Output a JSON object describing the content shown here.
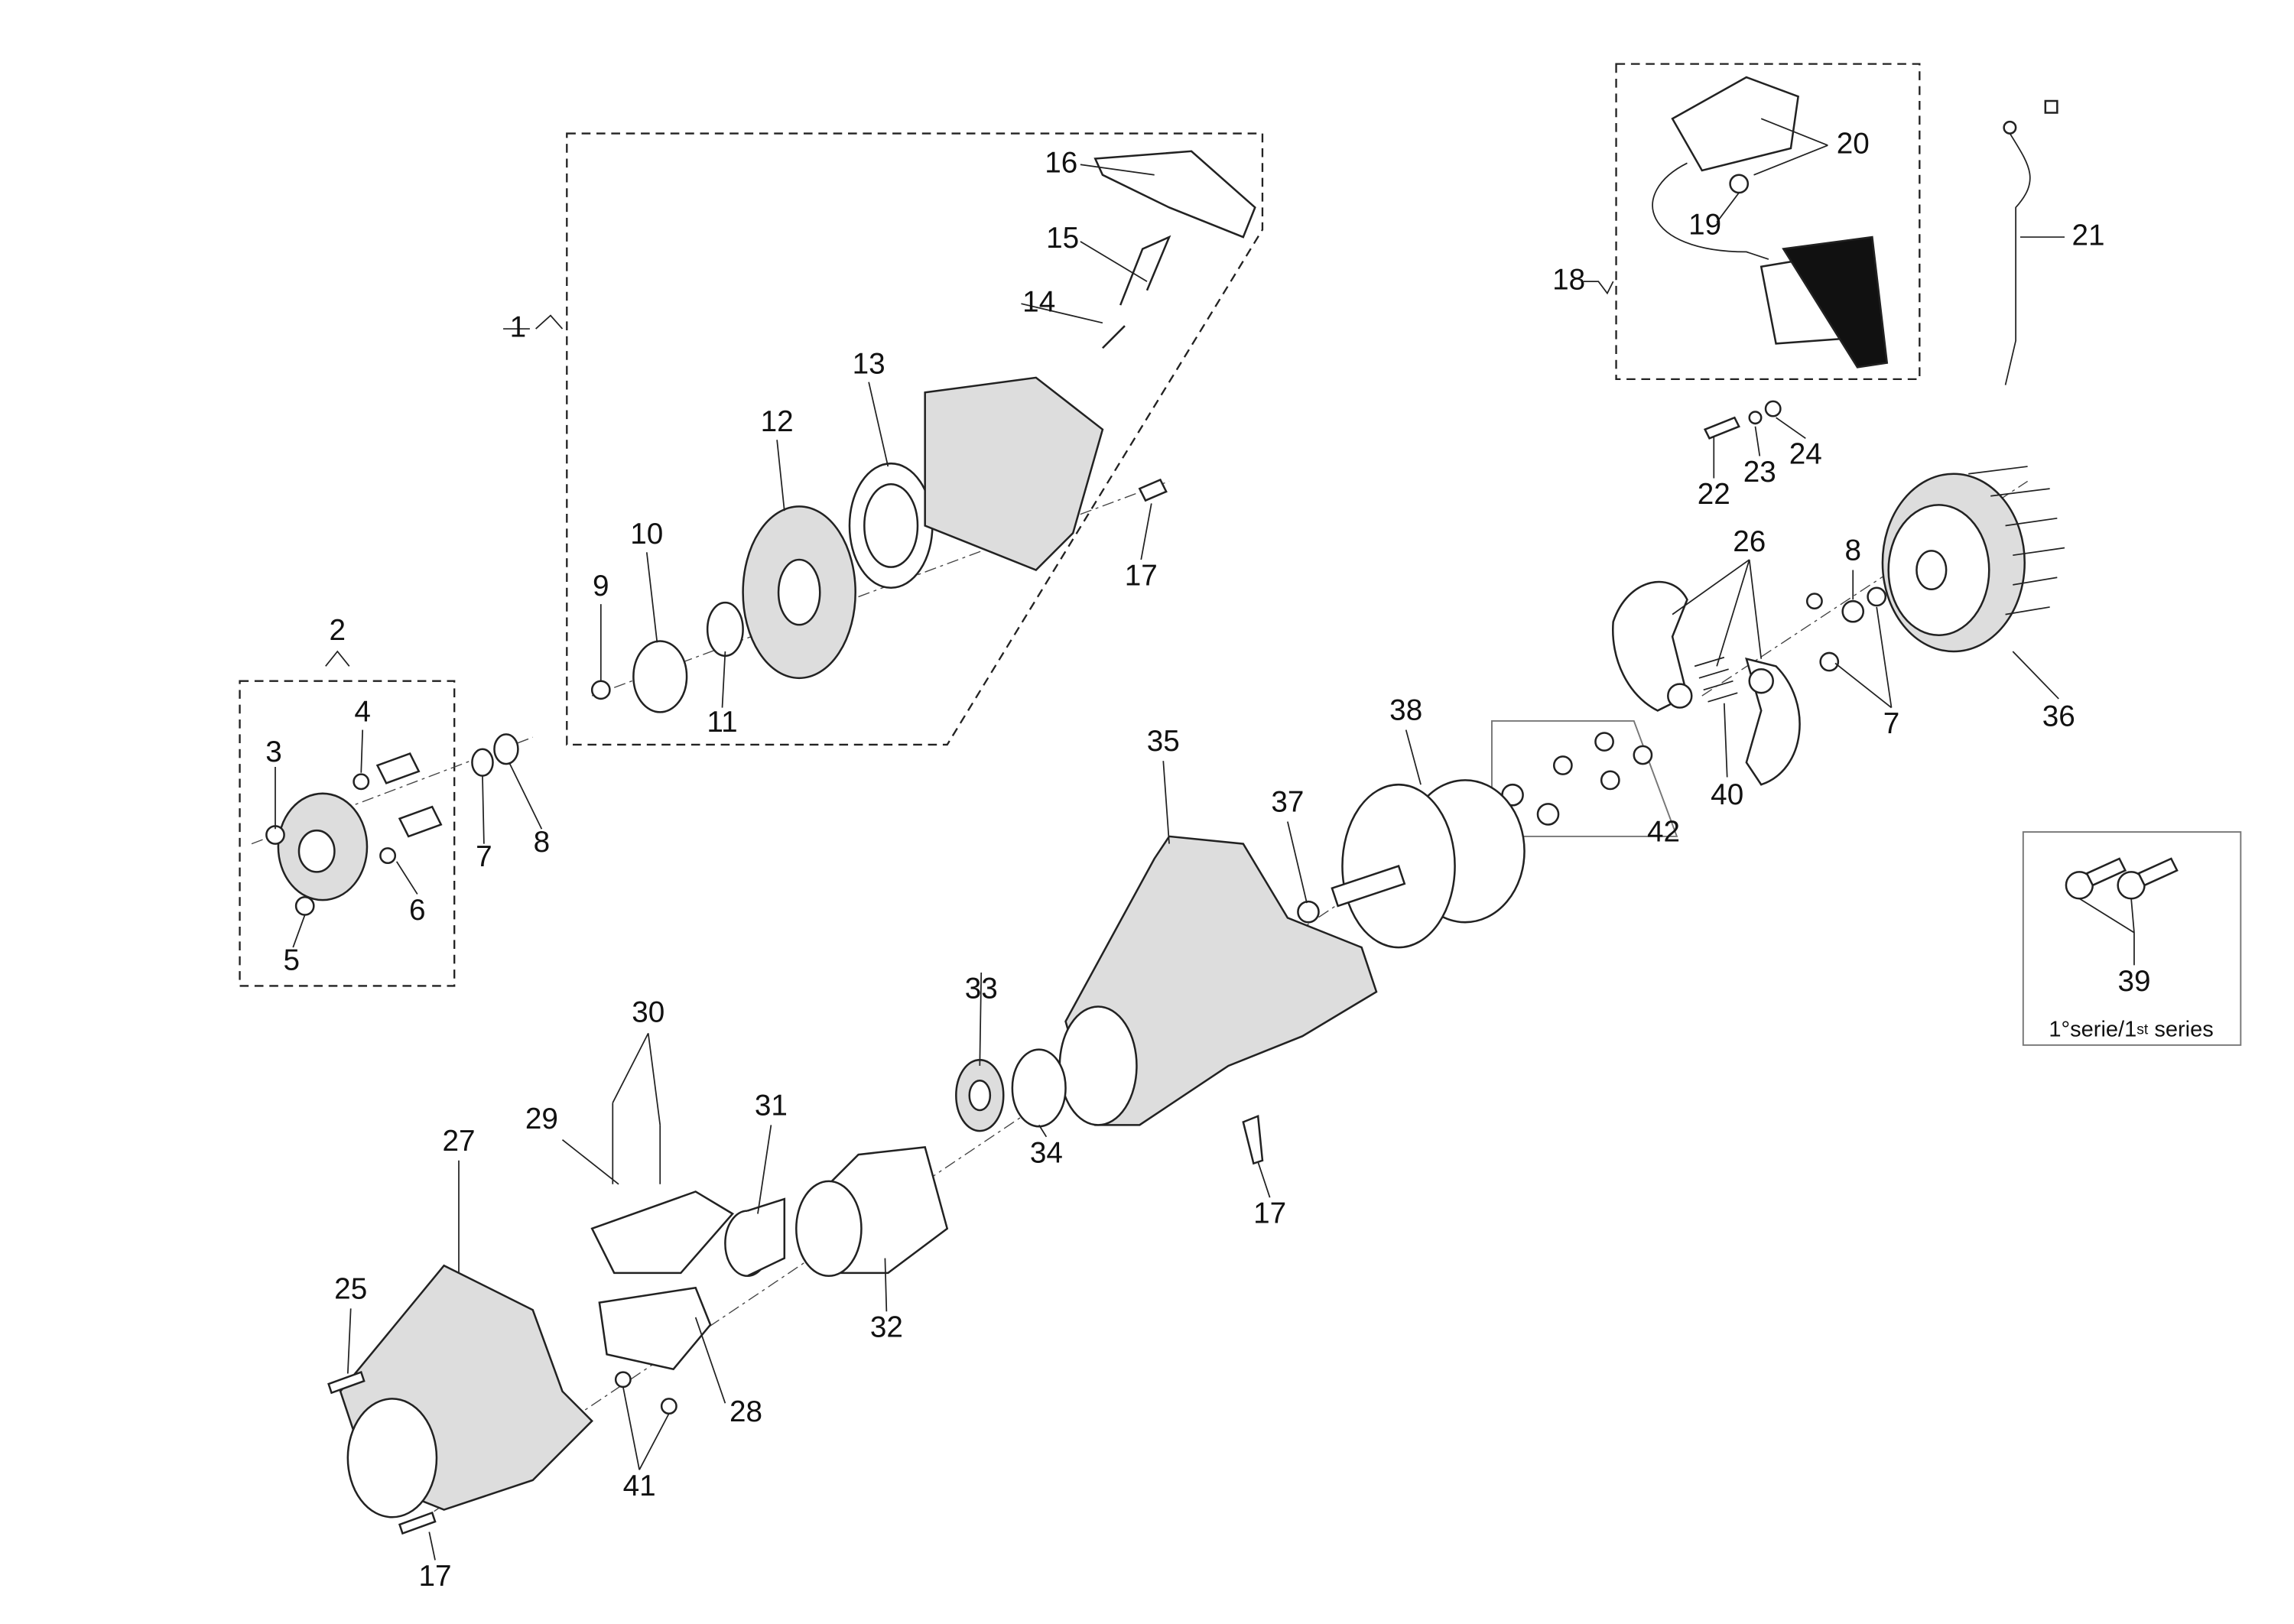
{
  "callouts": {
    "c1": "1",
    "c2": "2",
    "c3": "3",
    "c4": "4",
    "c5": "5",
    "c6": "6",
    "c7a": "7",
    "c8a": "8",
    "c9": "9",
    "c10": "10",
    "c11": "11",
    "c12": "12",
    "c13": "13",
    "c14": "14",
    "c15": "15",
    "c16": "16",
    "c17a": "17",
    "c18": "18",
    "c19": "19",
    "c20": "20",
    "c21": "21",
    "c22": "22",
    "c23": "23",
    "c24": "24",
    "c25": "25",
    "c26": "26",
    "c27": "27",
    "c28": "28",
    "c29": "29",
    "c30": "30",
    "c31": "31",
    "c32": "32",
    "c33": "33",
    "c34": "34",
    "c35": "35",
    "c36": "36",
    "c37": "37",
    "c38": "38",
    "c39": "39",
    "c40": "40",
    "c41": "41",
    "c42": "42",
    "c7b": "7",
    "c8b": "8",
    "c17b": "17",
    "c17c": "17"
  },
  "series_note": {
    "prefix": "1°serie/1",
    "sup": "st",
    "suffix": " series"
  }
}
